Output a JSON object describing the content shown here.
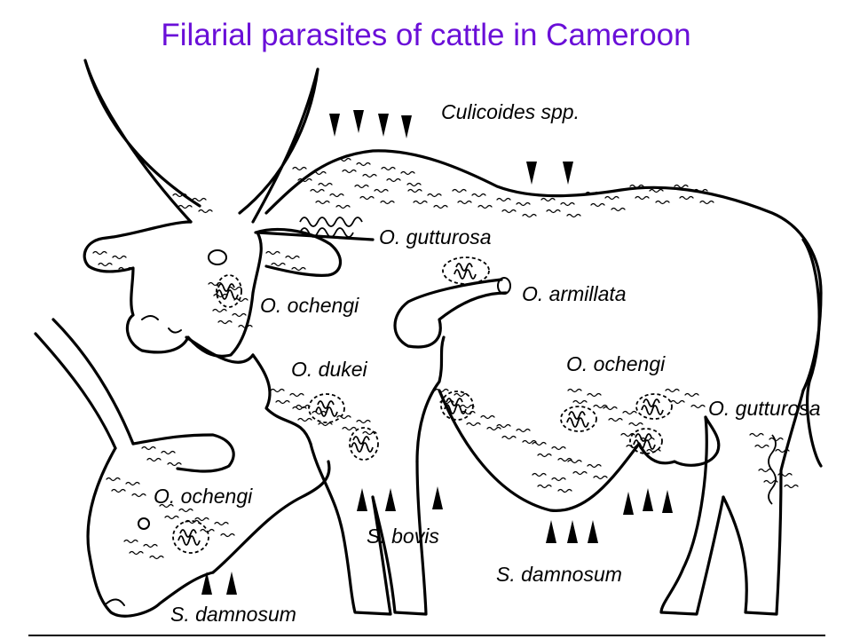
{
  "title": "Filarial parasites of cattle in Cameroon",
  "labels": {
    "culicoides": "Culicoides spp.",
    "gutturosa_neck": "O. gutturosa",
    "ochengi_head": "O. ochengi",
    "armillata": "O. armillata",
    "dukei": "O. dukei",
    "ochengi_udder": "O. ochengi",
    "gutturosa_flank": "O. gutturosa",
    "ochengi_calf": "O. ochengi",
    "bovis": "S. bovis",
    "damnosum_belly": "S. damnosum",
    "damnosum_calf": "S. damnosum"
  }
}
